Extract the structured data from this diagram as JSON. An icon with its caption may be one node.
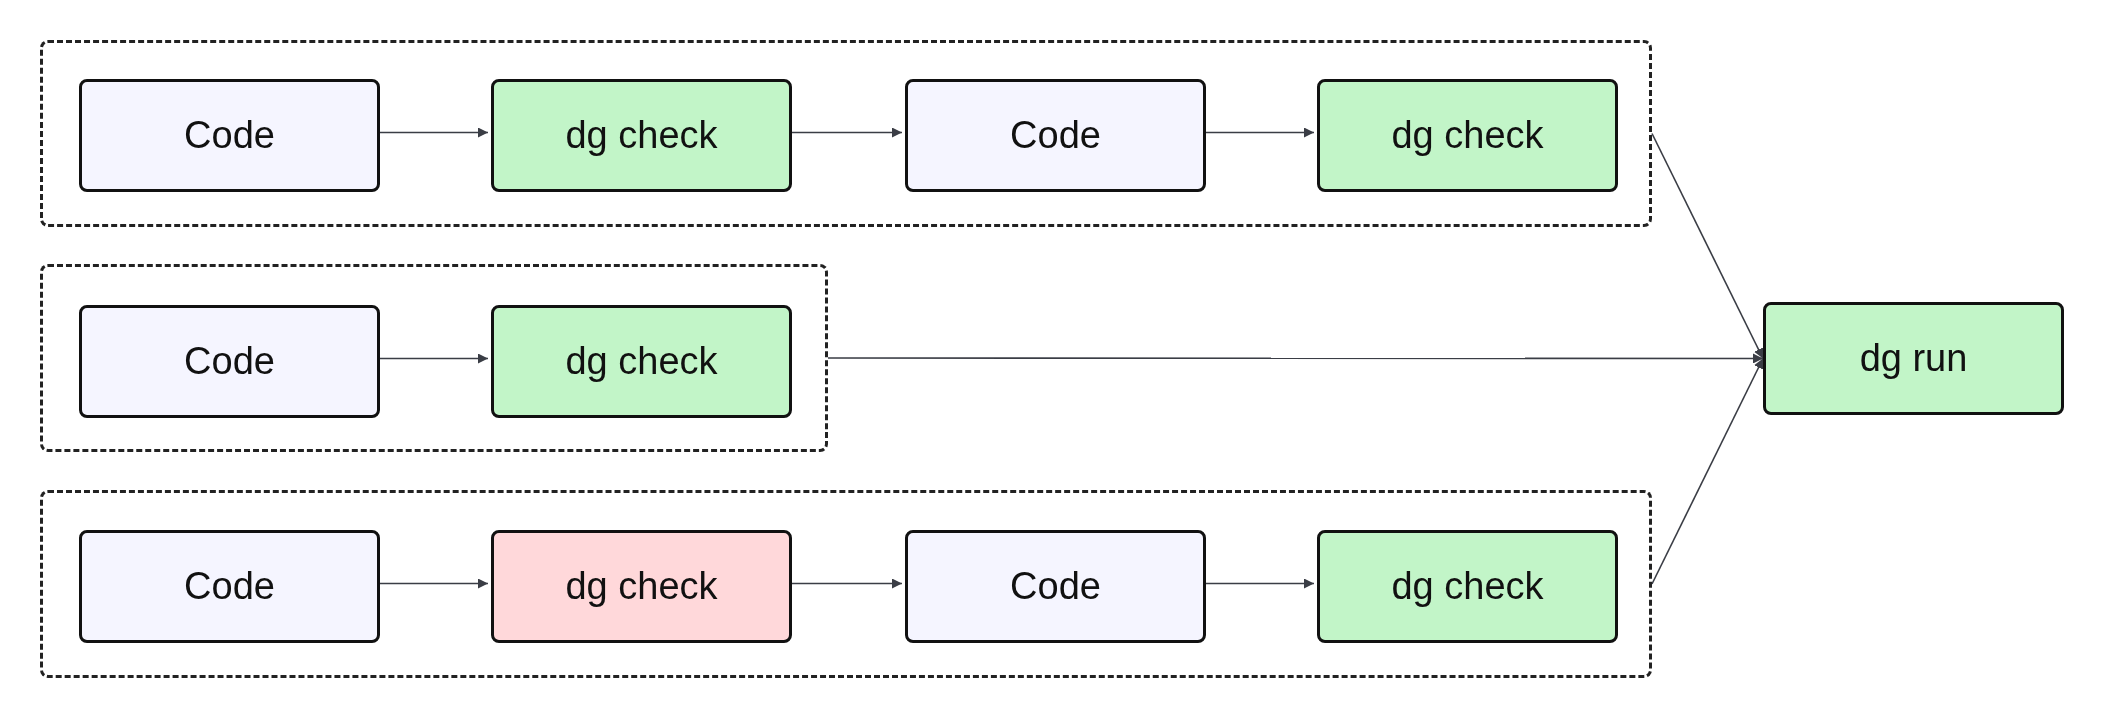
{
  "diagram": {
    "nodes": [
      {
        "text": [],
        "shape": "box"
      },
      {
        "text": [
          "Code"
        ],
        "in": 0
      },
      {
        "text": [
          "dg check"
        ],
        "in": 0
      },
      {
        "text": [
          "Code"
        ],
        "in": 0
      },
      {
        "text": [
          "dg check"
        ],
        "in": 0
      },
      {
        "text": [],
        "shape": "box"
      },
      {
        "text": [
          "Code"
        ],
        "in": 5
      },
      {
        "text": [
          "dg check"
        ],
        "in": 5
      },
      {
        "text": [],
        "shape": "box"
      },
      {
        "text": [
          "Code"
        ],
        "in": 8
      },
      {
        "text": [
          "dg check"
        ],
        "in": 8
      },
      {
        "text": [
          "Code"
        ],
        "in": 8
      },
      {
        "text": [
          "dg check"
        ],
        "in": 8
      },
      {
        "text": [
          "dg run"
        ]
      }
    ],
    "edges": [
      {
        "from": 1,
        "to": 2,
        "arrow": "to"
      },
      {
        "from": 2,
        "to": 3,
        "arrow": "to"
      },
      {
        "from": 3,
        "to": 4,
        "arrow": "to"
      },
      {
        "from": 6,
        "to": 7,
        "arrow": "to"
      },
      {
        "from": 9,
        "to": 10,
        "arrow": "to"
      },
      {
        "from": 10,
        "to": 11,
        "arrow": "to"
      },
      {
        "from": 11,
        "to": 12,
        "arrow": "to"
      },
      {
        "from": 0,
        "to": 13,
        "arrow": "to"
      },
      {
        "from": 5,
        "to": 13,
        "arrow": "to"
      },
      {
        "from": 8,
        "to": 13,
        "arrow": "to"
      }
    ]
  }
}
